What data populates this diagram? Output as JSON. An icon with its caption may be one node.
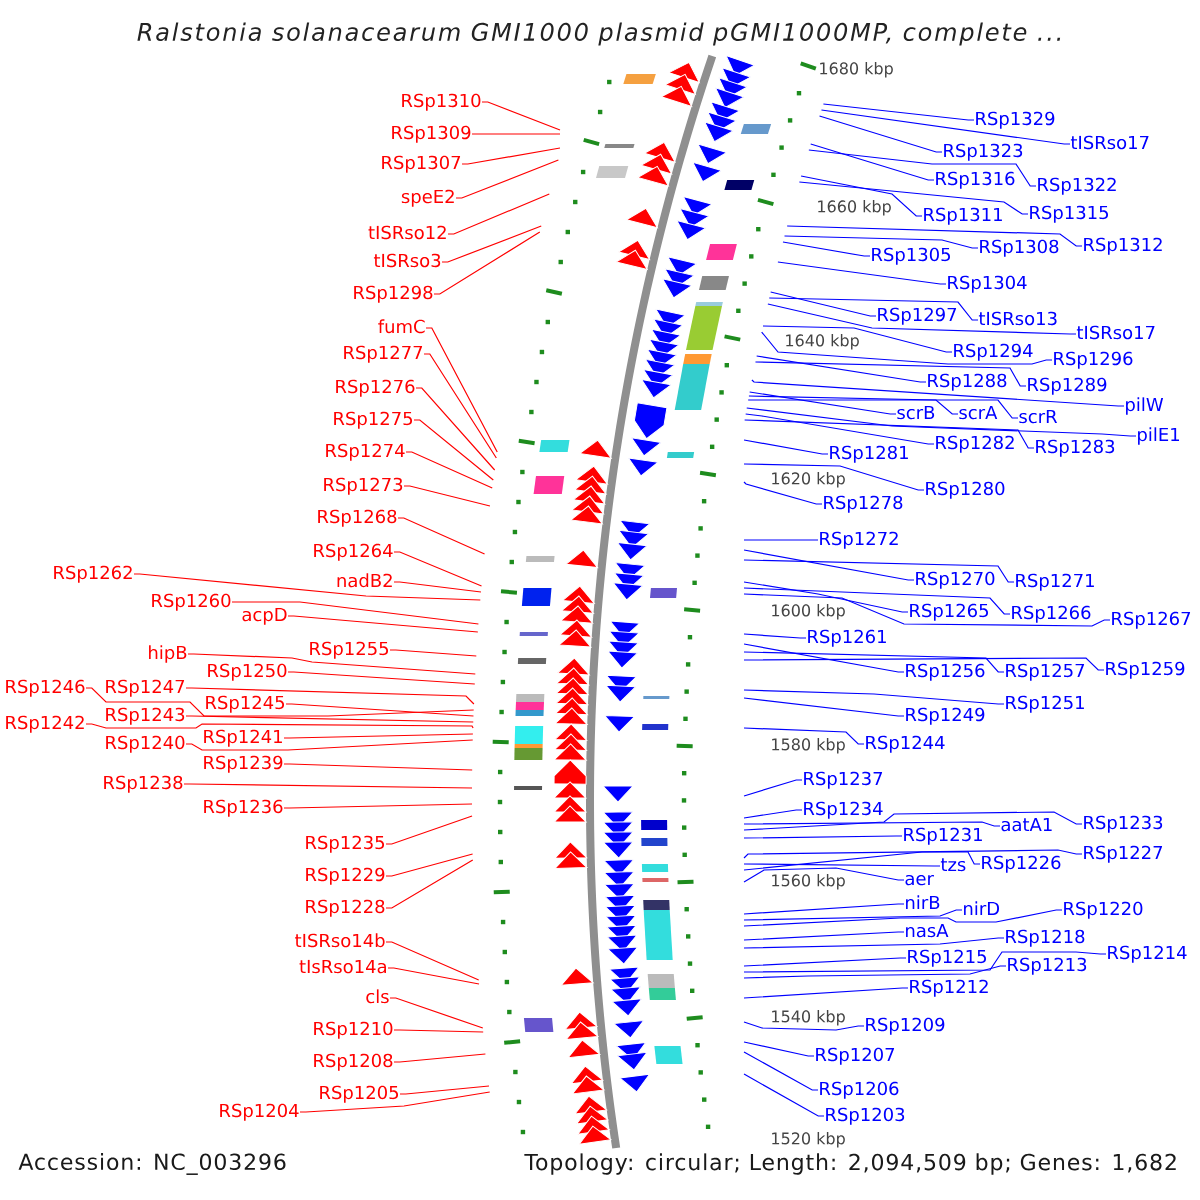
{
  "diagram": {
    "title": "Ralstonia solanacearum GMI1000 plasmid pGMI1000MP, complete ...",
    "nodes": [
      {
        "text": [
          "RSp1310"
        ]
      },
      {
        "text": [
          "RSp1309"
        ]
      },
      {
        "text": [
          "RSp1307"
        ]
      },
      {
        "text": [
          "speE2"
        ]
      },
      {
        "text": [
          "tISRso12"
        ]
      },
      {
        "text": [
          "tISRso3"
        ]
      },
      {
        "text": [
          "RSp1298"
        ]
      },
      {
        "text": [
          "fumC"
        ]
      },
      {
        "text": [
          "RSp1277"
        ]
      },
      {
        "text": [
          "RSp1276"
        ]
      },
      {
        "text": [
          "RSp1275"
        ]
      },
      {
        "text": [
          "RSp1274"
        ]
      },
      {
        "text": [
          "RSp1273"
        ]
      },
      {
        "text": [
          "RSp1268"
        ]
      },
      {
        "text": [
          "RSp1264"
        ]
      },
      {
        "text": [
          "RSp1262"
        ]
      },
      {
        "text": [
          "nadB2"
        ]
      },
      {
        "text": [
          "RSp1260"
        ]
      },
      {
        "text": [
          "acpD"
        ]
      },
      {
        "text": [
          "hipB"
        ]
      },
      {
        "text": [
          "RSp1255"
        ]
      },
      {
        "text": [
          "RSp1250"
        ]
      },
      {
        "text": [
          "RSp1246"
        ]
      },
      {
        "text": [
          "RSp1247"
        ]
      },
      {
        "text": [
          "RSp1245"
        ]
      },
      {
        "text": [
          "RSp1242"
        ]
      },
      {
        "text": [
          "RSp1243"
        ]
      },
      {
        "text": [
          "RSp1240"
        ]
      },
      {
        "text": [
          "RSp1241"
        ]
      },
      {
        "text": [
          "RSp1239"
        ]
      },
      {
        "text": [
          "RSp1238"
        ]
      },
      {
        "text": [
          "RSp1236"
        ]
      },
      {
        "text": [
          "RSp1235"
        ]
      },
      {
        "text": [
          "RSp1229"
        ]
      },
      {
        "text": [
          "RSp1228"
        ]
      },
      {
        "text": [
          "tISRso14b"
        ]
      },
      {
        "text": [
          "tIsRso14a"
        ]
      },
      {
        "text": [
          "cls"
        ]
      },
      {
        "text": [
          "RSp1210"
        ]
      },
      {
        "text": [
          "RSp1208"
        ]
      },
      {
        "text": [
          "RSp1205"
        ]
      },
      {
        "text": [
          "RSp1204"
        ]
      },
      {
        "text": [
          "RSp1329"
        ]
      },
      {
        "text": [
          "tISRso17"
        ]
      },
      {
        "text": [
          "RSp1323"
        ]
      },
      {
        "text": [
          "RSp1316"
        ]
      },
      {
        "text": [
          "RSp1322"
        ]
      },
      {
        "text": [
          "RSp1311"
        ]
      },
      {
        "text": [
          "RSp1315"
        ]
      },
      {
        "text": [
          "RSp1305"
        ]
      },
      {
        "text": [
          "RSp1308"
        ]
      },
      {
        "text": [
          "RSp1312"
        ]
      },
      {
        "text": [
          "RSp1304"
        ]
      },
      {
        "text": [
          "RSp1297"
        ]
      },
      {
        "text": [
          "tISRso13"
        ]
      },
      {
        "text": [
          "tISRso17"
        ]
      },
      {
        "text": [
          "RSp1294"
        ]
      },
      {
        "text": [
          "RSp1296"
        ]
      },
      {
        "text": [
          "RSp1288"
        ]
      },
      {
        "text": [
          "RSp1289"
        ]
      },
      {
        "text": [
          "pilW"
        ]
      },
      {
        "text": [
          "scrB"
        ]
      },
      {
        "text": [
          "scrA"
        ]
      },
      {
        "text": [
          "scrR"
        ]
      },
      {
        "text": [
          "pilE1"
        ]
      },
      {
        "text": [
          "RSp1282"
        ]
      },
      {
        "text": [
          "RSp1283"
        ]
      },
      {
        "text": [
          "RSp1281"
        ]
      },
      {
        "text": [
          "RSp1280"
        ]
      },
      {
        "text": [
          "RSp1278"
        ]
      },
      {
        "text": [
          "RSp1272"
        ]
      },
      {
        "text": [
          "RSp1270"
        ]
      },
      {
        "text": [
          "RSp1271"
        ]
      },
      {
        "text": [
          "RSp1265"
        ]
      },
      {
        "text": [
          "RSp1266"
        ]
      },
      {
        "text": [
          "RSp1267"
        ]
      },
      {
        "text": [
          "RSp1261"
        ]
      },
      {
        "text": [
          "RSp1256"
        ]
      },
      {
        "text": [
          "RSp1257"
        ]
      },
      {
        "text": [
          "RSp1259"
        ]
      },
      {
        "text": [
          "RSp1251"
        ]
      },
      {
        "text": [
          "RSp1249"
        ]
      },
      {
        "text": [
          "RSp1244"
        ]
      },
      {
        "text": [
          "RSp1237"
        ]
      },
      {
        "text": [
          "RSp1234"
        ]
      },
      {
        "text": [
          "aatA1"
        ]
      },
      {
        "text": [
          "RSp1233"
        ]
      },
      {
        "text": [
          "RSp1231"
        ]
      },
      {
        "text": [
          "RSp1227"
        ]
      },
      {
        "text": [
          "tzs"
        ]
      },
      {
        "text": [
          "RSp1226"
        ]
      },
      {
        "text": [
          "aer"
        ]
      },
      {
        "text": [
          "nirB"
        ]
      },
      {
        "text": [
          "nirD"
        ]
      },
      {
        "text": [
          "RSp1220"
        ]
      },
      {
        "text": [
          "nasA"
        ]
      },
      {
        "text": [
          "RSp1218"
        ]
      },
      {
        "text": [
          "RSp1214"
        ]
      },
      {
        "text": [
          "RSp1215"
        ]
      },
      {
        "text": [
          "RSp1213"
        ]
      },
      {
        "text": [
          "RSp1212"
        ]
      },
      {
        "text": [
          "RSp1209"
        ]
      },
      {
        "text": [
          "RSp1207"
        ]
      },
      {
        "text": [
          "RSp1206"
        ]
      },
      {
        "text": [
          "RSp1203"
        ]
      }
    ],
    "edges": [
      {
        "from": 0,
        "to": null,
        "arrow": "none",
        "color": "#ff0000"
      },
      {
        "from": 1,
        "to": null,
        "arrow": "none",
        "color": "#ff0000"
      },
      {
        "from": 2,
        "to": null,
        "arrow": "none",
        "color": "#ff0000"
      },
      {
        "from": 3,
        "to": null,
        "arrow": "none",
        "color": "#ff0000"
      },
      {
        "from": 4,
        "to": null,
        "arrow": "none",
        "color": "#ff0000"
      },
      {
        "from": 5,
        "to": null,
        "arrow": "none",
        "color": "#ff0000"
      },
      {
        "from": 6,
        "to": null,
        "arrow": "none",
        "color": "#ff0000"
      },
      {
        "from": 7,
        "to": null,
        "arrow": "none",
        "color": "#ff0000"
      },
      {
        "from": 8,
        "to": null,
        "arrow": "none",
        "color": "#ff0000"
      },
      {
        "from": 9,
        "to": null,
        "arrow": "none",
        "color": "#ff0000"
      },
      {
        "from": 10,
        "to": null,
        "arrow": "none",
        "color": "#ff0000"
      },
      {
        "from": 11,
        "to": null,
        "arrow": "none",
        "color": "#ff0000"
      },
      {
        "from": 12,
        "to": null,
        "arrow": "none",
        "color": "#ff0000"
      },
      {
        "from": 13,
        "to": null,
        "arrow": "none",
        "color": "#ff0000"
      },
      {
        "from": 14,
        "to": null,
        "arrow": "none",
        "color": "#ff0000"
      },
      {
        "from": 15,
        "to": null,
        "arrow": "none",
        "color": "#ff0000"
      },
      {
        "from": 16,
        "to": null,
        "arrow": "none",
        "color": "#ff0000"
      },
      {
        "from": 17,
        "to": null,
        "arrow": "none",
        "color": "#ff0000"
      },
      {
        "from": 18,
        "to": null,
        "arrow": "none",
        "color": "#ff0000"
      },
      {
        "from": 19,
        "to": null,
        "arrow": "none",
        "color": "#ff0000"
      },
      {
        "from": 20,
        "to": null,
        "arrow": "none",
        "color": "#ff0000"
      },
      {
        "from": 21,
        "to": null,
        "arrow": "none",
        "color": "#ff0000"
      },
      {
        "from": 22,
        "to": null,
        "arrow": "none",
        "color": "#ff0000"
      },
      {
        "from": 23,
        "to": null,
        "arrow": "none",
        "color": "#ff0000"
      },
      {
        "from": 24,
        "to": null,
        "arrow": "none",
        "color": "#ff0000"
      },
      {
        "from": 25,
        "to": null,
        "arrow": "none",
        "color": "#ff0000"
      },
      {
        "from": 26,
        "to": null,
        "arrow": "none",
        "color": "#ff0000"
      },
      {
        "from": 27,
        "to": null,
        "arrow": "none",
        "color": "#ff0000"
      },
      {
        "from": 28,
        "to": null,
        "arrow": "none",
        "color": "#ff0000"
      },
      {
        "from": 29,
        "to": null,
        "arrow": "none",
        "color": "#ff0000"
      },
      {
        "from": 30,
        "to": null,
        "arrow": "none",
        "color": "#ff0000"
      },
      {
        "from": 31,
        "to": null,
        "arrow": "none",
        "color": "#ff0000"
      },
      {
        "from": 32,
        "to": null,
        "arrow": "none",
        "color": "#ff0000"
      },
      {
        "from": 33,
        "to": null,
        "arrow": "none",
        "color": "#ff0000"
      },
      {
        "from": 34,
        "to": null,
        "arrow": "none",
        "color": "#ff0000"
      },
      {
        "from": 35,
        "to": null,
        "arrow": "none",
        "color": "#ff0000"
      },
      {
        "from": 36,
        "to": null,
        "arrow": "none",
        "color": "#ff0000"
      },
      {
        "from": 37,
        "to": null,
        "arrow": "none",
        "color": "#ff0000"
      },
      {
        "from": 38,
        "to": null,
        "arrow": "none",
        "color": "#ff0000"
      },
      {
        "from": 39,
        "to": null,
        "arrow": "none",
        "color": "#ff0000"
      },
      {
        "from": 40,
        "to": null,
        "arrow": "none",
        "color": "#ff0000"
      },
      {
        "from": 41,
        "to": null,
        "arrow": "none",
        "color": "#ff0000"
      },
      {
        "from": 42,
        "to": null,
        "arrow": "none"
      },
      {
        "from": 43,
        "to": null,
        "arrow": "none"
      },
      {
        "from": 44,
        "to": null,
        "arrow": "none"
      },
      {
        "from": 45,
        "to": null,
        "arrow": "none"
      },
      {
        "from": 46,
        "to": null,
        "arrow": "none"
      },
      {
        "from": 47,
        "to": null,
        "arrow": "none"
      },
      {
        "from": 48,
        "to": null,
        "arrow": "none"
      },
      {
        "from": 49,
        "to": null,
        "arrow": "none"
      },
      {
        "from": 50,
        "to": null,
        "arrow": "none"
      },
      {
        "from": 51,
        "to": null,
        "arrow": "none"
      },
      {
        "from": 52,
        "to": null,
        "arrow": "none"
      },
      {
        "from": 53,
        "to": null,
        "arrow": "none"
      },
      {
        "from": 54,
        "to": null,
        "arrow": "none"
      },
      {
        "from": 55,
        "to": null,
        "arrow": "none"
      },
      {
        "from": 56,
        "to": null,
        "arrow": "none"
      },
      {
        "from": 57,
        "to": null,
        "arrow": "none"
      },
      {
        "from": 58,
        "to": null,
        "arrow": "none"
      },
      {
        "from": 59,
        "to": null,
        "arrow": "none"
      },
      {
        "from": 60,
        "to": null,
        "arrow": "none"
      },
      {
        "from": 61,
        "to": null,
        "arrow": "none"
      },
      {
        "from": 62,
        "to": null,
        "arrow": "none"
      },
      {
        "from": 63,
        "to": null,
        "arrow": "none"
      },
      {
        "from": 64,
        "to": null,
        "arrow": "none"
      },
      {
        "from": 65,
        "to": null,
        "arrow": "none"
      },
      {
        "from": 66,
        "to": null,
        "arrow": "none"
      },
      {
        "from": 67,
        "to": null,
        "arrow": "none"
      },
      {
        "from": 68,
        "to": null,
        "arrow": "none"
      },
      {
        "from": 69,
        "to": null,
        "arrow": "none"
      },
      {
        "from": 70,
        "to": null,
        "arrow": "none"
      },
      {
        "from": 71,
        "to": null,
        "arrow": "none"
      },
      {
        "from": 72,
        "to": null,
        "arrow": "none"
      },
      {
        "from": 73,
        "to": null,
        "arrow": "none"
      },
      {
        "from": 74,
        "to": null,
        "arrow": "none"
      },
      {
        "from": 75,
        "to": null,
        "arrow": "none"
      },
      {
        "from": 76,
        "to": null,
        "arrow": "none"
      },
      {
        "from": 77,
        "to": null,
        "arrow": "none"
      },
      {
        "from": 78,
        "to": null,
        "arrow": "none"
      },
      {
        "from": 79,
        "to": null,
        "arrow": "none"
      },
      {
        "from": 80,
        "to": null,
        "arrow": "none"
      },
      {
        "from": 81,
        "to": null,
        "arrow": "none"
      },
      {
        "from": 82,
        "to": null,
        "arrow": "none"
      },
      {
        "from": 83,
        "to": null,
        "arrow": "none"
      },
      {
        "from": 84,
        "to": null,
        "arrow": "none"
      },
      {
        "from": 85,
        "to": null,
        "arrow": "none"
      },
      {
        "from": 86,
        "to": null,
        "arrow": "none"
      },
      {
        "from": 87,
        "to": null,
        "arrow": "none"
      },
      {
        "from": 88,
        "to": null,
        "arrow": "none"
      },
      {
        "from": 89,
        "to": null,
        "arrow": "none"
      },
      {
        "from": 90,
        "to": null,
        "arrow": "none"
      },
      {
        "from": 91,
        "to": null,
        "arrow": "none"
      },
      {
        "from": 92,
        "to": null,
        "arrow": "none"
      },
      {
        "from": 93,
        "to": null,
        "arrow": "none"
      },
      {
        "from": 94,
        "to": null,
        "arrow": "none"
      },
      {
        "from": 95,
        "to": null,
        "arrow": "none"
      },
      {
        "from": 96,
        "to": null,
        "arrow": "none"
      },
      {
        "from": 97,
        "to": null,
        "arrow": "none"
      },
      {
        "from": 98,
        "to": null,
        "arrow": "none"
      },
      {
        "from": 99,
        "to": null,
        "arrow": "none"
      },
      {
        "from": 100,
        "to": null,
        "arrow": "none"
      },
      {
        "from": 101,
        "to": null,
        "arrow": "none"
      },
      {
        "from": 102,
        "to": null,
        "arrow": "none"
      },
      {
        "from": 103,
        "to": null,
        "arrow": "none"
      },
      {
        "from": 104,
        "to": null,
        "arrow": "none"
      }
    ],
    "labels": [
      "1680 kbp",
      "1660 kbp",
      "1640 kbp",
      "1620 kbp",
      "1600 kbp",
      "1580 kbp",
      "1560 kbp",
      "1540 kbp",
      "1520 kbp",
      "Accession: NC_003296",
      "Topology: circular; Length: 2,094,509 bp; Genes: 1,682"
    ]
  }
}
